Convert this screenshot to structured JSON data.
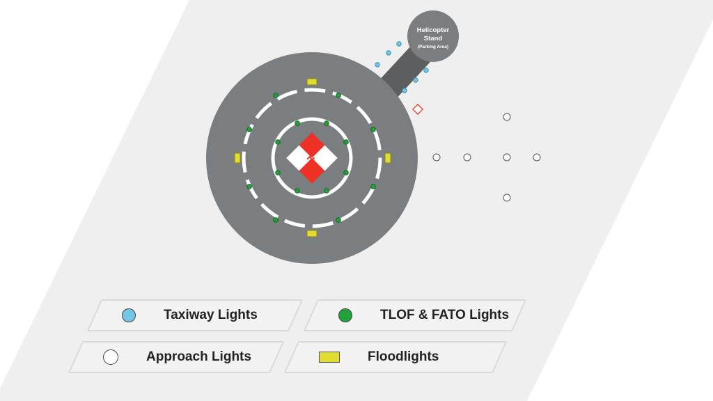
{
  "stand": {
    "line1": "Helicopter",
    "line2": "Stand",
    "line3": "(Parking Area)"
  },
  "pad_marking": "H",
  "colors": {
    "surface": "#7b7e80",
    "background_band": "#efefef",
    "taxiway": "#72c7e3",
    "tlof_fato": "#22a33a",
    "approach": "#ffffff",
    "flood": "#e0dc33",
    "marking_red": "#ee3124"
  },
  "legend": [
    {
      "label": "Taxiway Lights",
      "type": "taxiway"
    },
    {
      "label": "TLOF & FATO Lights",
      "type": "tlof_fato"
    },
    {
      "label": "Approach Lights",
      "type": "approach"
    },
    {
      "label": "Floodlights",
      "type": "flood"
    }
  ]
}
